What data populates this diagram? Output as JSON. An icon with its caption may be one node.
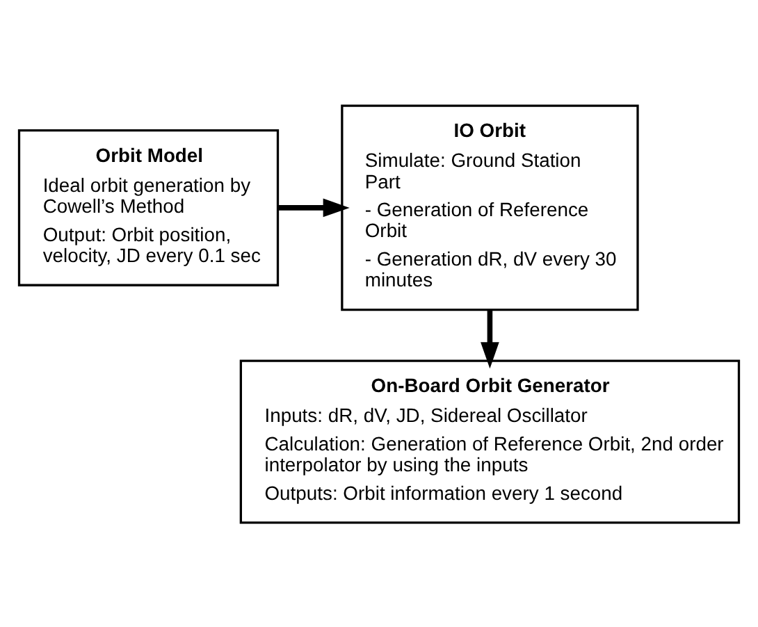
{
  "diagram": {
    "nodes": [
      {
        "text": [
          "Orbit Model",
          "Ideal orbit generation by Cowell’s Method",
          "Output: Orbit position, velocity, JD every 0.1 sec"
        ]
      },
      {
        "text": [
          "IO Orbit",
          "Simulate: Ground Station Part",
          "- Generation of Reference Orbit",
          "- Generation dR, dV every 30 minutes"
        ]
      },
      {
        "text": [
          "On-Board Orbit Generator",
          "Inputs: dR, dV, JD, Sidereal Oscillator",
          "Calculation: Generation of Reference Orbit, 2nd order interpolator by using the inputs",
          "Outputs: Orbit information every 1 second"
        ]
      }
    ],
    "edges": [
      {
        "from": 0,
        "to": 1,
        "arrow": "to"
      },
      {
        "from": 1,
        "to": 2,
        "arrow": "to"
      }
    ]
  }
}
